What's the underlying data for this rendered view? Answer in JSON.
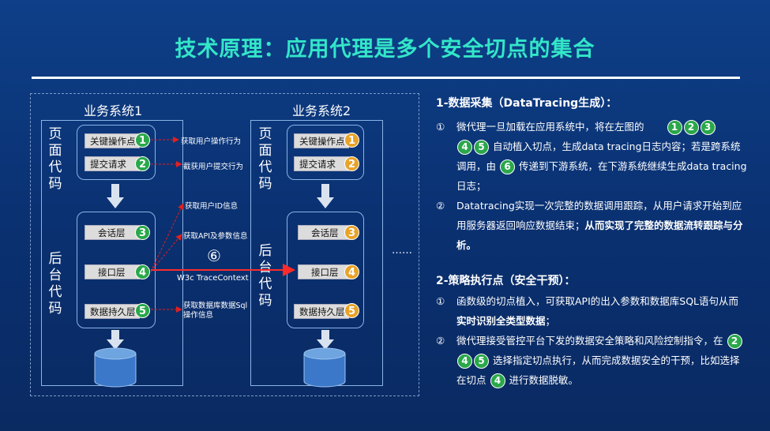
{
  "title": "技术原理：应用代理是多个安全切点的集合",
  "diagram": {
    "sys1": {
      "title": "业务系统1",
      "page_label": "页面代码",
      "backend_label": "后台代码"
    },
    "sys2": {
      "title": "业务系统2",
      "page_label": "页面代码",
      "backend_label": "后台代码"
    },
    "layers": {
      "key_op": "关键操作点",
      "submit": "提交请求",
      "session": "会话层",
      "api": "接口层",
      "persist": "数据持久层"
    },
    "badges": {
      "b1": "1",
      "b2": "2",
      "b3": "3",
      "b4": "4",
      "b5": "5",
      "b6": "⑥"
    },
    "db": "DB",
    "notes": {
      "n1": "获取用户操作行为",
      "n2": "截获用户提交行为",
      "n3": "获取用户ID信息",
      "n4": "获取API及参数信息",
      "n5": "获取数据库数据Sql操作信息",
      "w3c": "W3c TraceContext"
    },
    "ellipsis": "……"
  },
  "right": {
    "s1_title": "1-数据采集（DataTracing生成）：",
    "s1_p1_num": "①",
    "s1_p1_a": "微代理一旦加载在应用系统中，将在左图的",
    "s1_p1_b": "自动植入切点，生成data tracing日志内容；若是跨系统调用，由",
    "s1_p1_c": "传递到下游系统，在下游系统继续生成data tracing日志；",
    "s1_p2_num": "②",
    "s1_p2_a": "Datatracing实现一次完整的数据调用跟踪，从用户请求开始到应用服务器返回响应数据结束；",
    "s1_p2_b": "从而实现了完整的数据流转跟踪与分析。",
    "s2_title": "2-策略执行点（安全干预）：",
    "s2_p1_num": "①",
    "s2_p1_a": "函数级的切点植入，可获取API的出入参数和数据库SQL语句从而",
    "s2_p1_b": "实时识别全类型数据",
    "s2_p1_c": "；",
    "s2_p2_num": "②",
    "s2_p2_a": "微代理接受管控平台下发的数据安全策略和风险控制指令，在",
    "s2_p2_b": "选择指定切点执行，从而完成数据安全的干预，比如选择在切点",
    "s2_p2_c": "进行数据脱敏。",
    "c1": "1",
    "c2": "2",
    "c3": "3",
    "c4": "4",
    "c5": "5",
    "c6": "6"
  }
}
